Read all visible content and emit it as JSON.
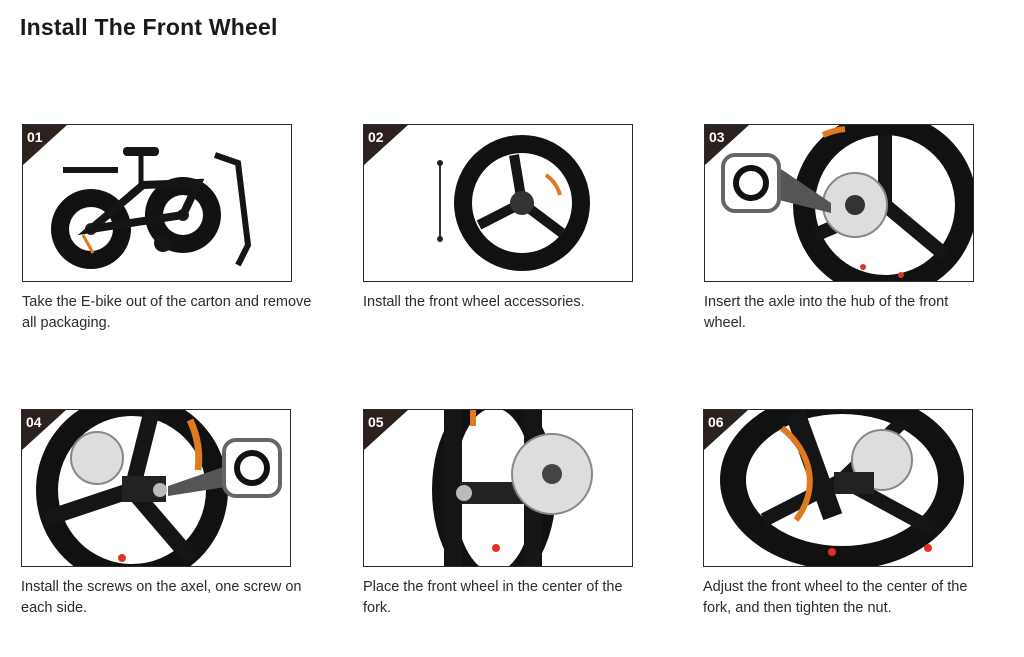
{
  "page": {
    "title": "Install The Front Wheel"
  },
  "steps": [
    {
      "number": "01",
      "caption": "Take the E-bike out of the carton and remove all packaging."
    },
    {
      "number": "02",
      "caption": "Install the front wheel accessories."
    },
    {
      "number": "03",
      "caption": "Insert the axle into the hub of the front wheel."
    },
    {
      "number": "04",
      "caption": "Install the screws on the axel, one screw on each side."
    },
    {
      "number": "05",
      "caption": "Place the front wheel in the center of the fork."
    },
    {
      "number": "06",
      "caption": "Adjust the front wheel to the center of the fork, and then tighten the nut."
    }
  ],
  "colors": {
    "badge": "#2b211d",
    "rim_accent": "#e07a20",
    "frame_border": "#2a2a2a"
  }
}
